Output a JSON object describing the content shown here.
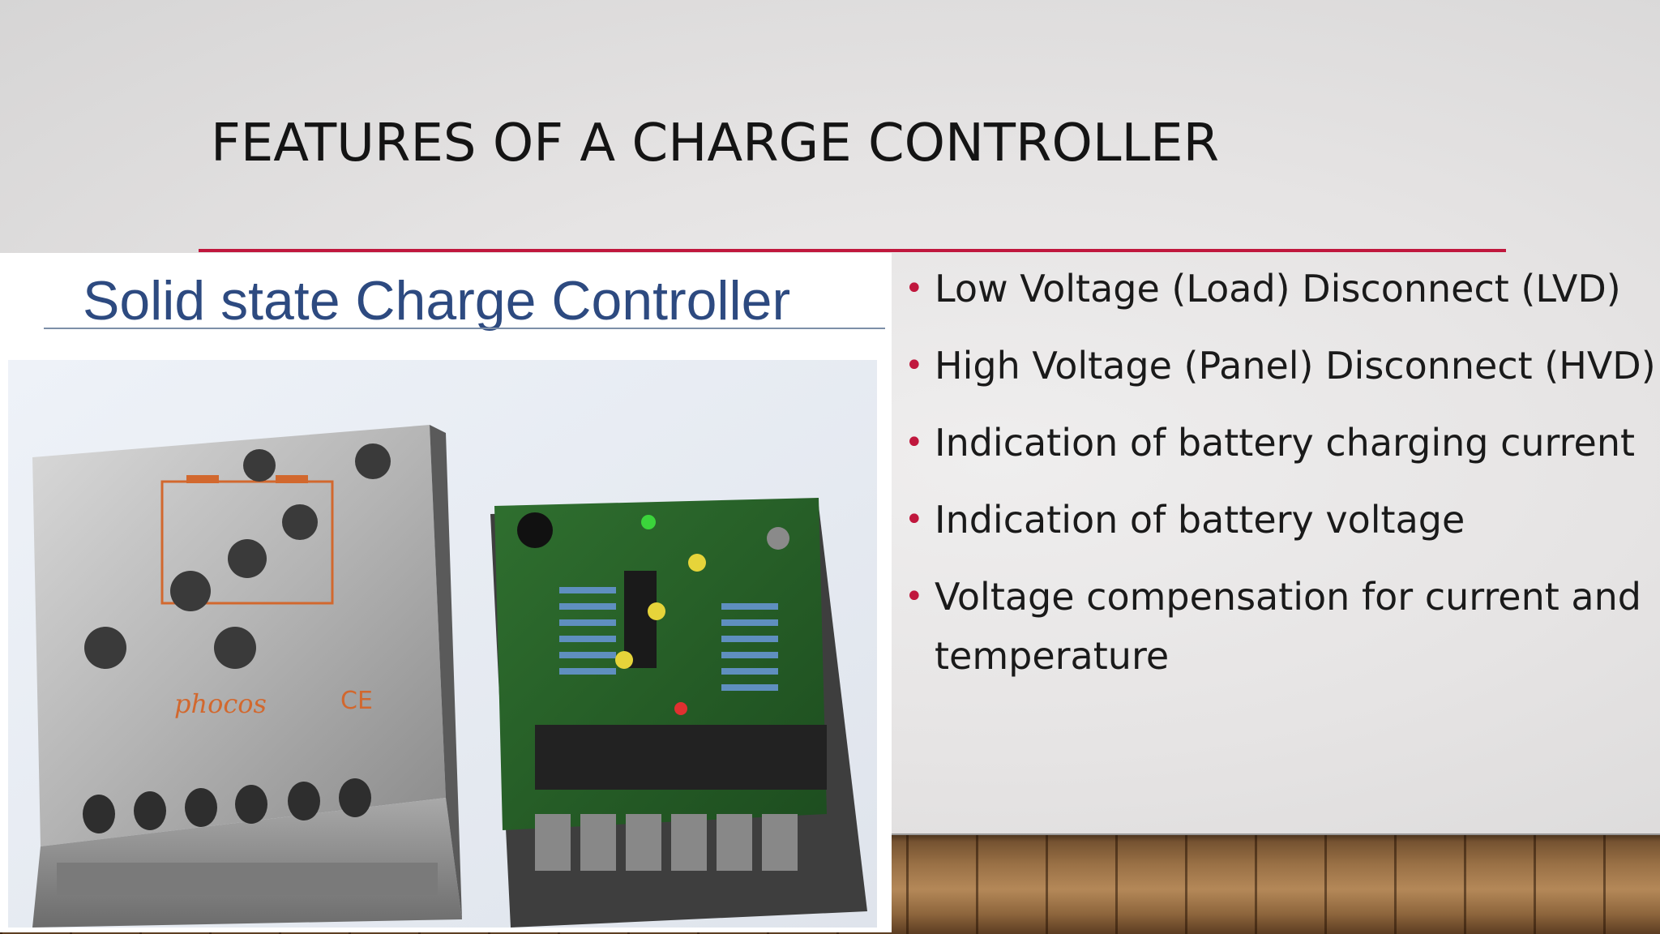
{
  "slide": {
    "title": "FEATURES OF A CHARGE CONTROLLER",
    "accent_color": "#c0173d",
    "photo": {
      "heading": "Solid state Charge Controller",
      "device_brand": "phocos",
      "device_mark": "CE"
    },
    "bullets": [
      "Low Voltage (Load) Disconnect (LVD)",
      "High Voltage (Panel) Disconnect (HVD)",
      "Indication of battery charging current",
      "Indication of battery voltage",
      " Voltage compensation for current and temperature"
    ]
  }
}
